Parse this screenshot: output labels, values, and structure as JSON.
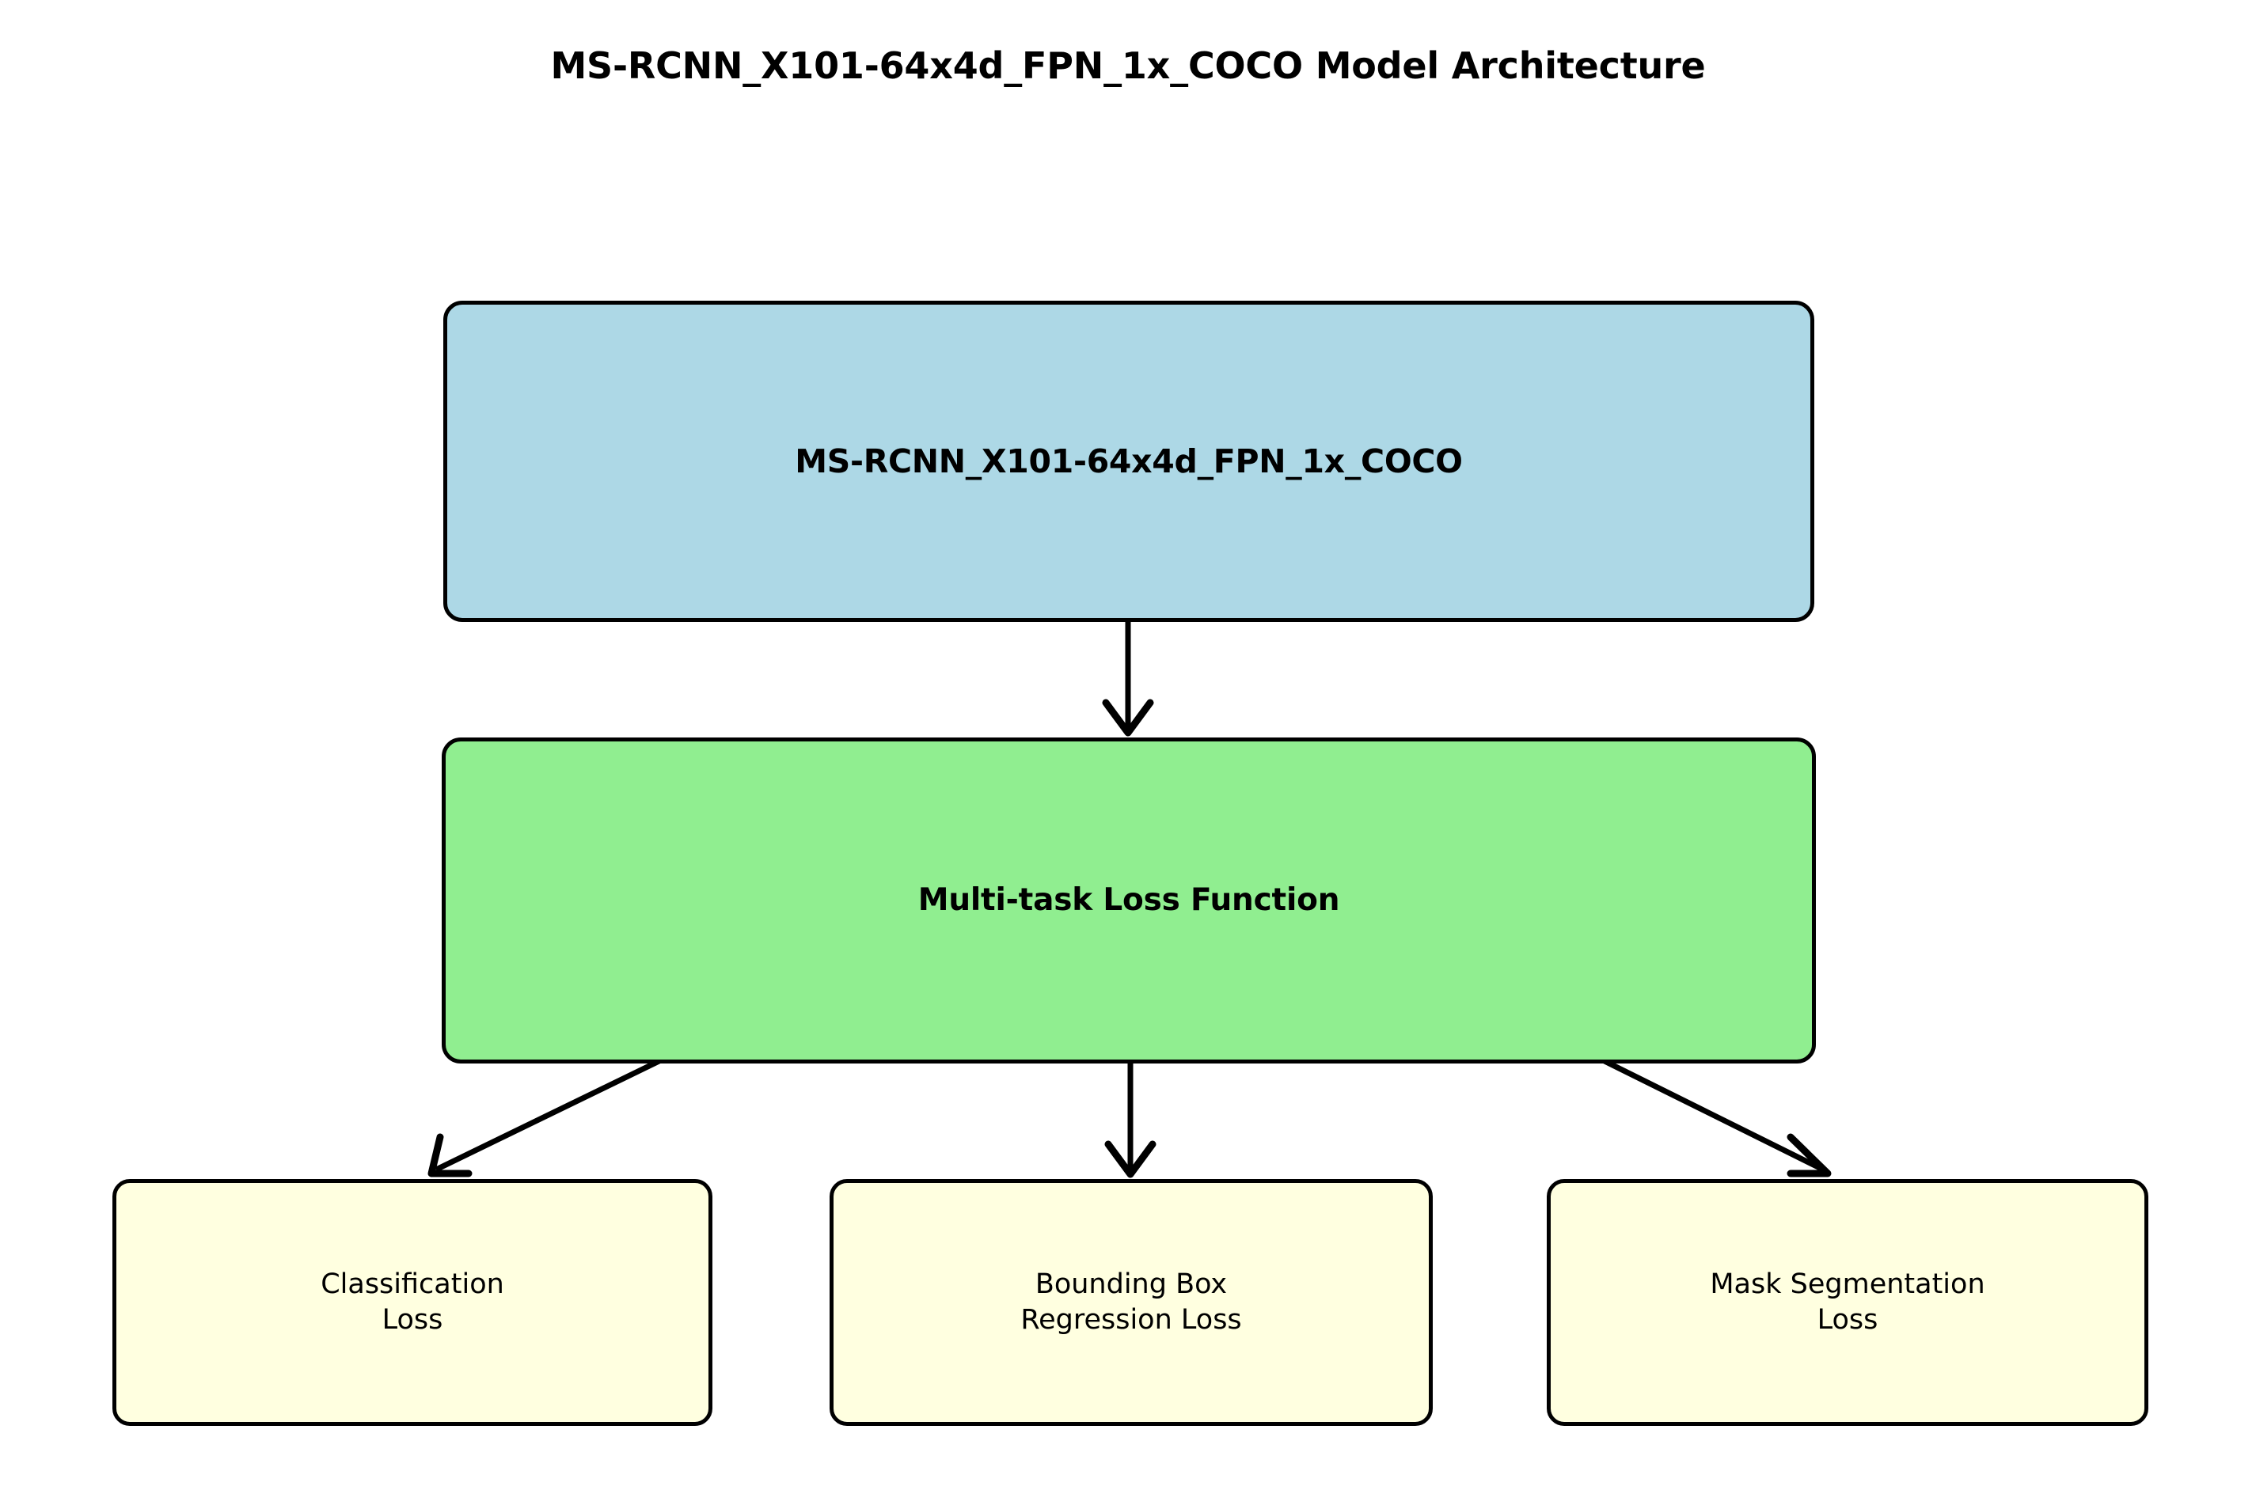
{
  "title": "MS-RCNN_X101-64x4d_FPN_1x_COCO Model Architecture",
  "colors": {
    "model_box_fill": "#ADD8E6",
    "loss_box_fill": "#90EE90",
    "leaf_box_fill": "#FFFFE0",
    "border": "#000000",
    "background": "#FFFFFF",
    "text": "#000000"
  },
  "nodes": {
    "model": {
      "label": "MS-RCNN_X101-64x4d_FPN_1x_COCO"
    },
    "loss": {
      "label": "Multi-task Loss Function"
    },
    "leaves": [
      {
        "label": "Classification\nLoss"
      },
      {
        "label": "Bounding Box\nRegression Loss"
      },
      {
        "label": "Mask Segmentation\nLoss"
      }
    ]
  },
  "edges": [
    {
      "from": "model",
      "to": "loss",
      "style": "vertical-arrow"
    },
    {
      "from": "loss",
      "to": "leaf-0",
      "style": "diagonal-arrow-left"
    },
    {
      "from": "loss",
      "to": "leaf-1",
      "style": "vertical-arrow"
    },
    {
      "from": "loss",
      "to": "leaf-2",
      "style": "diagonal-arrow-right"
    }
  ]
}
